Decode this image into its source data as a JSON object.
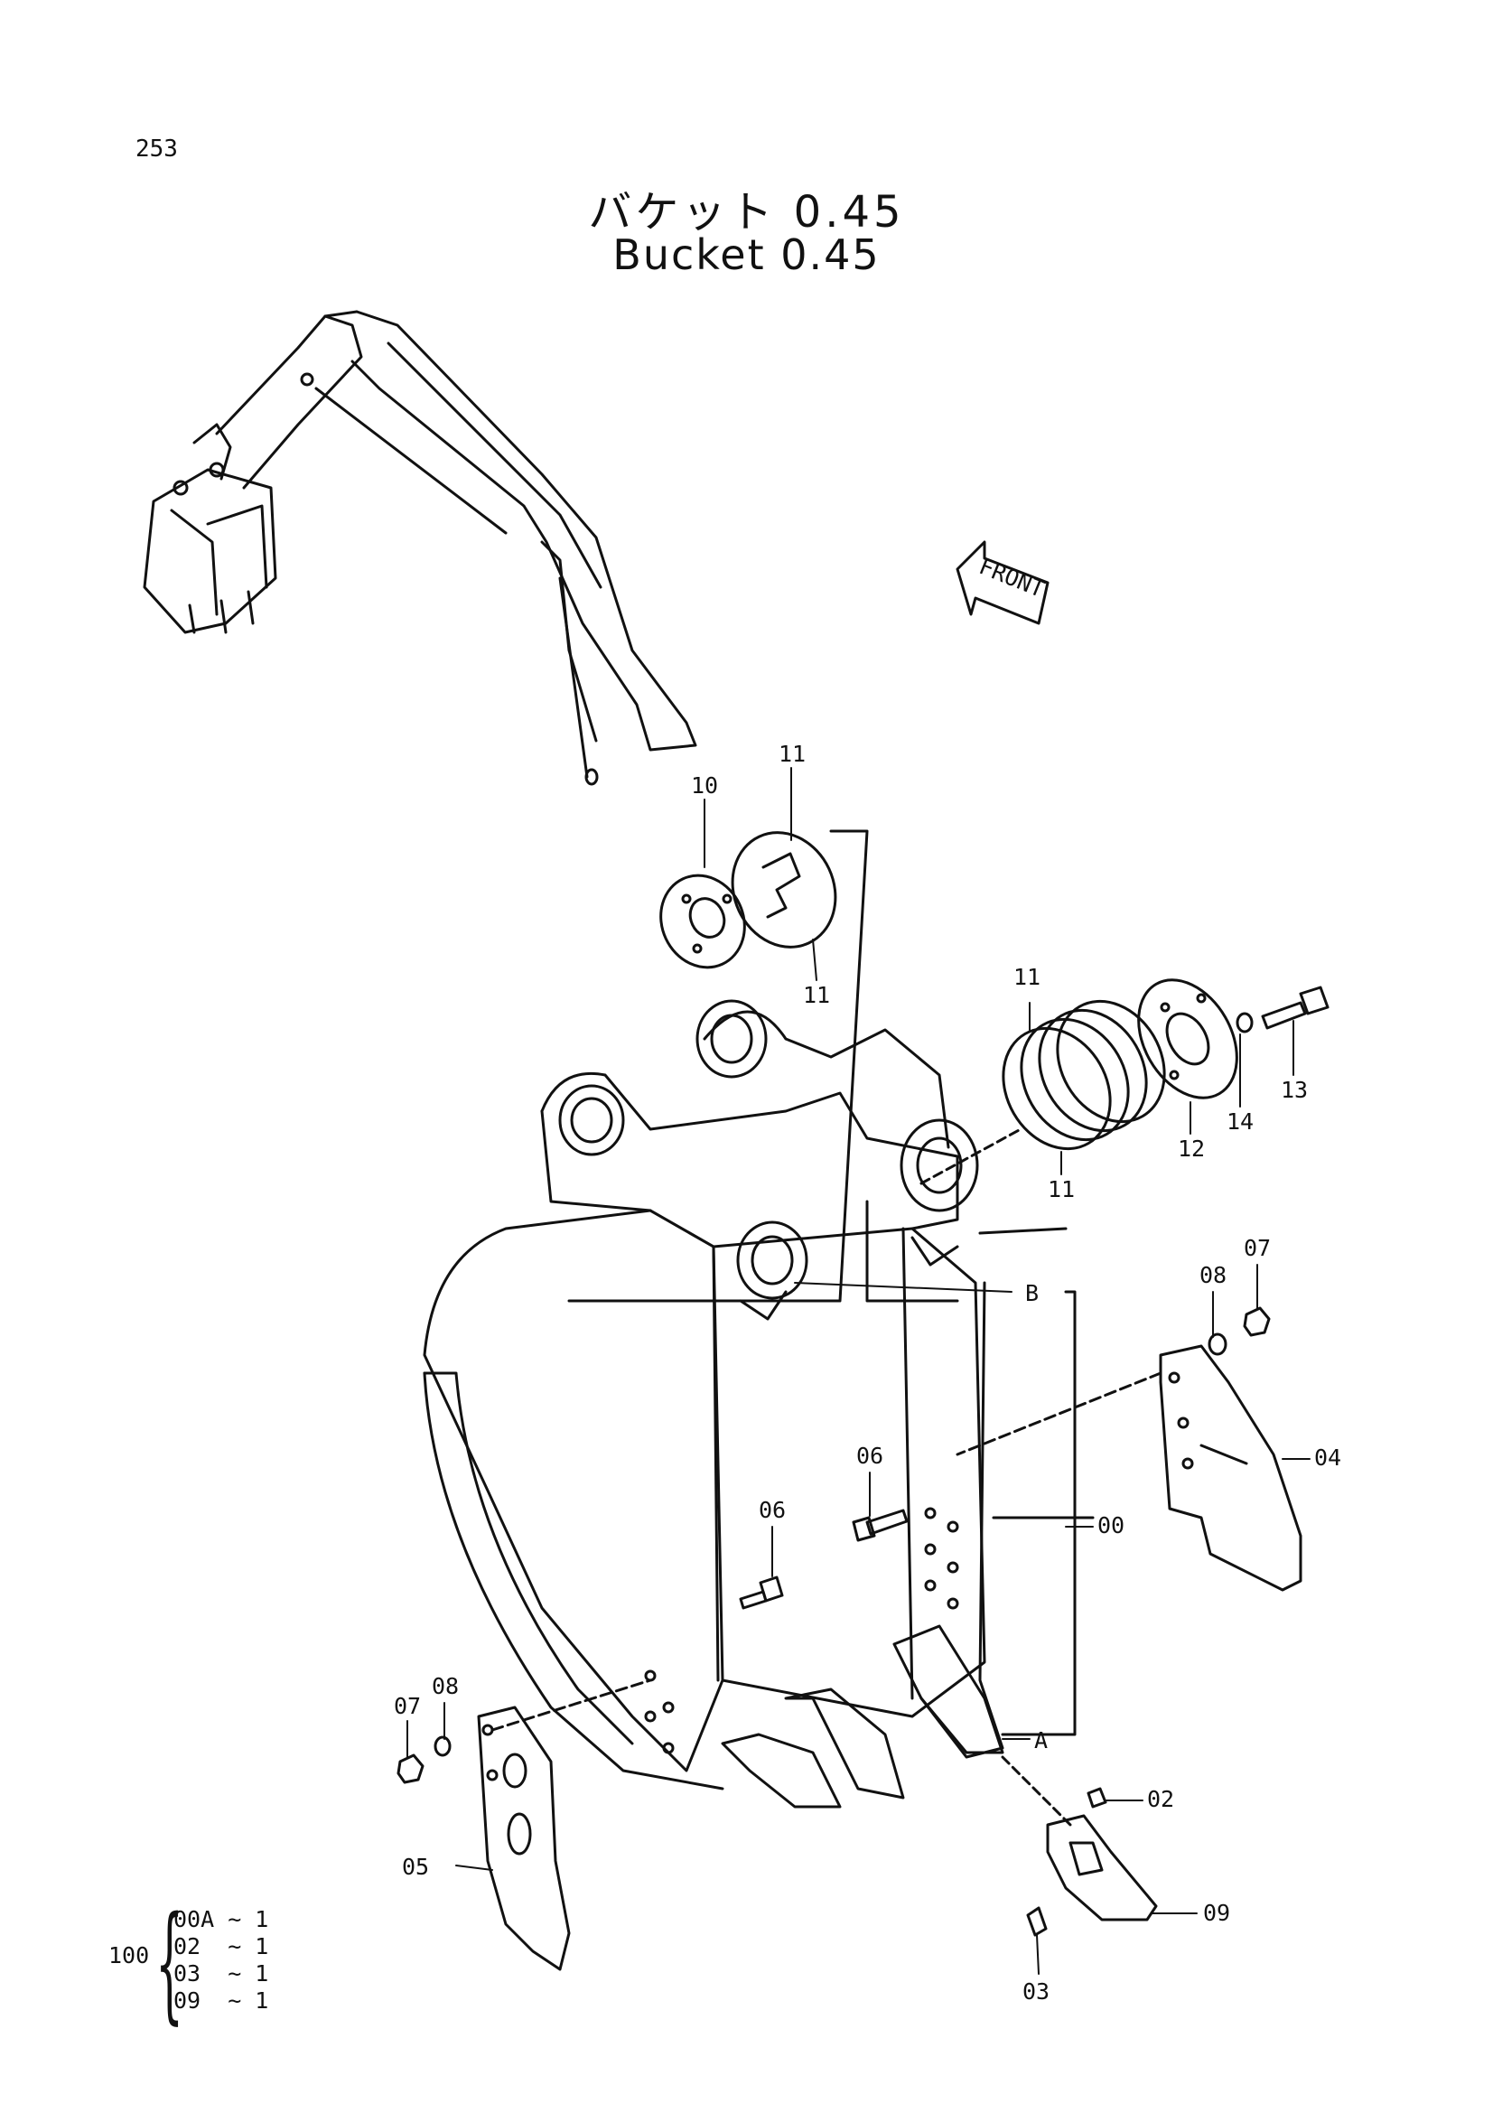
{
  "page_number": "253",
  "title_jp": "バケット 0.45",
  "title_en": "Bucket 0.45",
  "front_label": "FRONT",
  "labels": {
    "p00": "00",
    "p02": "02",
    "p03": "03",
    "p04": "04",
    "p05": "05",
    "p06a": "06",
    "p06b": "06",
    "p07a": "07",
    "p07b": "07",
    "p08a": "08",
    "p08b": "08",
    "p09": "09",
    "p10": "10",
    "p11a": "11",
    "p11b": "11",
    "p11c": "11",
    "p11d": "11",
    "p12": "12",
    "p13": "13",
    "p14": "14",
    "ref_a": "A",
    "ref_b": "B"
  },
  "assembly": {
    "code": "100",
    "rows": [
      "00A ~ 1",
      "02  ~ 1",
      "03  ~ 1",
      "09  ~ 1"
    ]
  }
}
